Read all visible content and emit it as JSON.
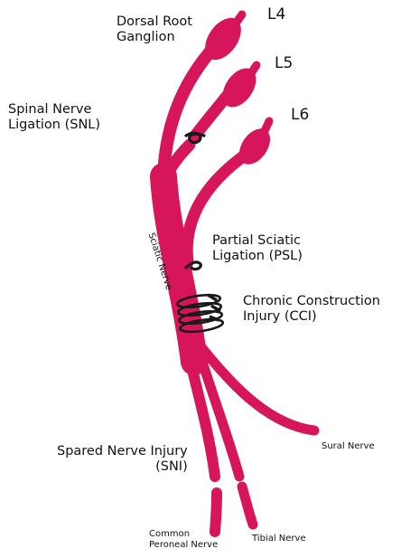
{
  "colors": {
    "nerve": "#d6155a",
    "ligature": "#1a1a1a",
    "text": "#111111",
    "background": "#ffffff"
  },
  "labels": {
    "drg_line1": "Dorsal Root",
    "drg_line2": "Ganglion",
    "l4": "L4",
    "l5": "L5",
    "l6": "L6",
    "snl_line1": "Spinal Nerve",
    "snl_line2": "Ligation (SNL)",
    "sciatic": "Sciatic Nerve",
    "psl_line1": "Partial Sciatic",
    "psl_line2": "Ligation (PSL)",
    "cci_line1": "Chronic Construction",
    "cci_line2": "Injury (CCI)",
    "sural": "Sural Nerve",
    "sni_line1": "Spared Nerve Injury",
    "sni_line2": "(SNI)",
    "common_line1": "Common",
    "common_line2": "Peroneal Nerve",
    "tibial": "Tibial Nerve"
  }
}
